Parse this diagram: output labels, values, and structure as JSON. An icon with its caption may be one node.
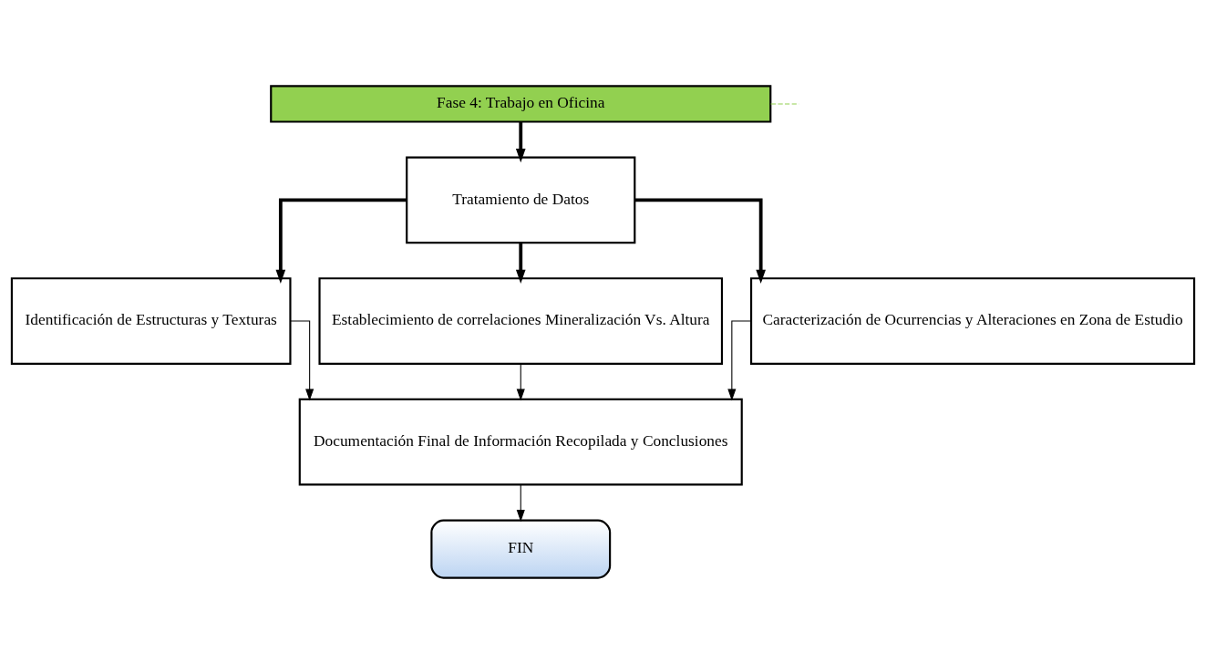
{
  "diagram": {
    "nodes": [
      {
        "text": [
          "Fase 4: Trabajo en Oficina"
        ]
      },
      {
        "text": [
          "Tratamiento de Datos"
        ]
      },
      {
        "text": [
          "Identificación de Estructuras y Texturas"
        ]
      },
      {
        "text": [
          "Establecimiento de correlaciones Mineralización Vs. Altura"
        ]
      },
      {
        "text": [
          "Caracterización de Ocurrencias y Alteraciones en Zona de Estudio"
        ]
      },
      {
        "text": [
          "Documentación Final de Información Recopilada y Conclusiones"
        ]
      },
      {
        "text": [
          "FIN"
        ]
      }
    ],
    "edges": [
      {
        "from": 0,
        "to": null,
        "arrow": "none",
        "style": "dashed",
        "color": "#92d050"
      },
      {
        "from": 0,
        "to": 1,
        "arrow": "to",
        "style": "thick"
      },
      {
        "from": 1,
        "to": 2,
        "arrow": "to",
        "style": "thick"
      },
      {
        "from": 1,
        "to": 3,
        "arrow": "to",
        "style": "thick"
      },
      {
        "from": 1,
        "to": 4,
        "arrow": "to",
        "style": "thick"
      },
      {
        "from": 2,
        "to": 5,
        "arrow": "to"
      },
      {
        "from": 3,
        "to": 5,
        "arrow": "to"
      },
      {
        "from": 4,
        "to": 5,
        "arrow": "to"
      },
      {
        "from": 5,
        "to": 6,
        "arrow": "to"
      }
    ]
  }
}
